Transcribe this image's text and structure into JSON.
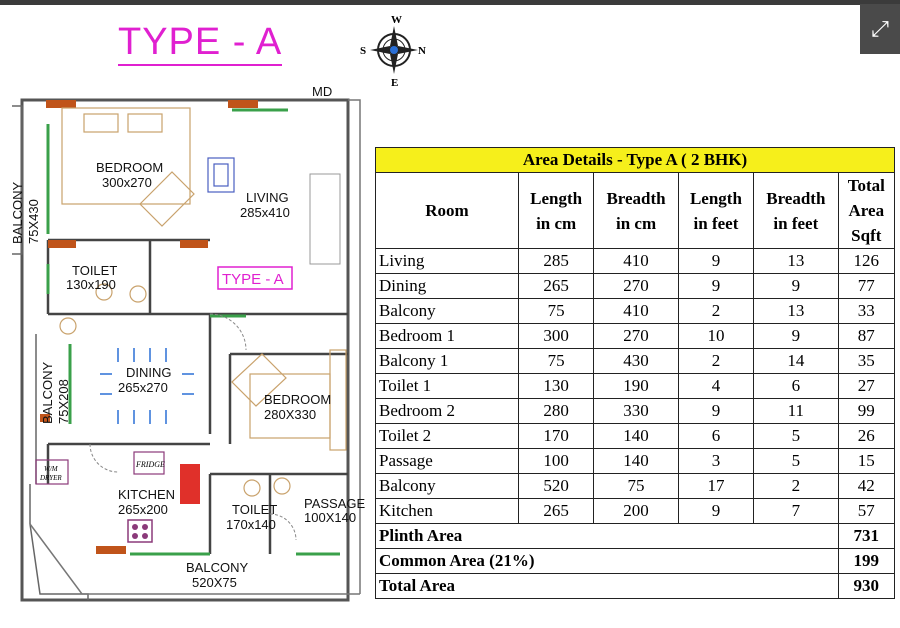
{
  "title": "TYPE - A",
  "compass": {
    "n": "N",
    "s": "S",
    "e": "E",
    "w": "W"
  },
  "plan": {
    "md": "MD",
    "bedroom1": "BEDROOM",
    "bedroom1_size": "300x270",
    "living": "LIVING",
    "living_size": "285x410",
    "balcony_left": "BALCONY",
    "balcony_left_size": "75X430",
    "toilet1": "TOILET",
    "toilet1_size": "130x190",
    "type_label": "TYPE - A",
    "balcony_mid": "BALCONY",
    "balcony_mid_size": "75X208",
    "dining": "DINING",
    "dining_size": "265x270",
    "bedroom2": "BEDROOM",
    "bedroom2_size": "280X330",
    "wm_dryer_1": "W/M",
    "wm_dryer_2": "DRYER",
    "fridge": "FRIDGE",
    "kitchen": "KITCHEN",
    "kitchen_size": "265x200",
    "toilet2": "TOILET",
    "toilet2_size": "170x140",
    "passage": "PASSAGE",
    "passage_size": "100X140",
    "balcony_bottom": "BALCONY",
    "balcony_bottom_size": "520X75"
  },
  "table": {
    "caption": "Area Details - Type A ( 2 BHK)",
    "headers": {
      "room": "Room",
      "length_cm": [
        "Length",
        "in cm"
      ],
      "breadth_cm": [
        "Breadth",
        "in cm"
      ],
      "length_ft": [
        "Length",
        "in feet"
      ],
      "breadth_ft": [
        "Breadth",
        "in feet"
      ],
      "total": [
        "Total",
        "Area",
        "Sqft"
      ]
    },
    "rows": [
      {
        "room": "Living",
        "lcm": "285",
        "bcm": "410",
        "lft": "9",
        "bft": "13",
        "area": "126"
      },
      {
        "room": "Dining",
        "lcm": "265",
        "bcm": "270",
        "lft": "9",
        "bft": "9",
        "area": "77"
      },
      {
        "room": "Balcony",
        "lcm": "75",
        "bcm": "410",
        "lft": "2",
        "bft": "13",
        "area": "33"
      },
      {
        "room": "Bedroom 1",
        "lcm": "300",
        "bcm": "270",
        "lft": "10",
        "bft": "9",
        "area": "87"
      },
      {
        "room": "Balcony 1",
        "lcm": "75",
        "bcm": "430",
        "lft": "2",
        "bft": "14",
        "area": "35"
      },
      {
        "room": "Toilet 1",
        "lcm": "130",
        "bcm": "190",
        "lft": "4",
        "bft": "6",
        "area": "27"
      },
      {
        "room": "Bedroom 2",
        "lcm": "280",
        "bcm": "330",
        "lft": "9",
        "bft": "11",
        "area": "99"
      },
      {
        "room": "Toilet 2",
        "lcm": "170",
        "bcm": "140",
        "lft": "6",
        "bft": "5",
        "area": "26"
      },
      {
        "room": "Passage",
        "lcm": "100",
        "bcm": "140",
        "lft": "3",
        "bft": "5",
        "area": "15"
      },
      {
        "room": "Balcony",
        "lcm": "520",
        "bcm": "75",
        "lft": "17",
        "bft": "2",
        "area": "42"
      },
      {
        "room": "Kitchen",
        "lcm": "265",
        "bcm": "200",
        "lft": "9",
        "bft": "7",
        "area": "57"
      }
    ],
    "plinth": {
      "label": "Plinth Area",
      "value": "731"
    },
    "common": {
      "label": "Common Area (21%)",
      "value": "199"
    },
    "total": {
      "label": "Total Area",
      "value": "930"
    }
  },
  "colors": {
    "title": "#e020d0",
    "caption_bg": "#f6ef1b",
    "door": "#c0541a",
    "window": "#3aa04a",
    "furniture": "#c9a26c"
  }
}
